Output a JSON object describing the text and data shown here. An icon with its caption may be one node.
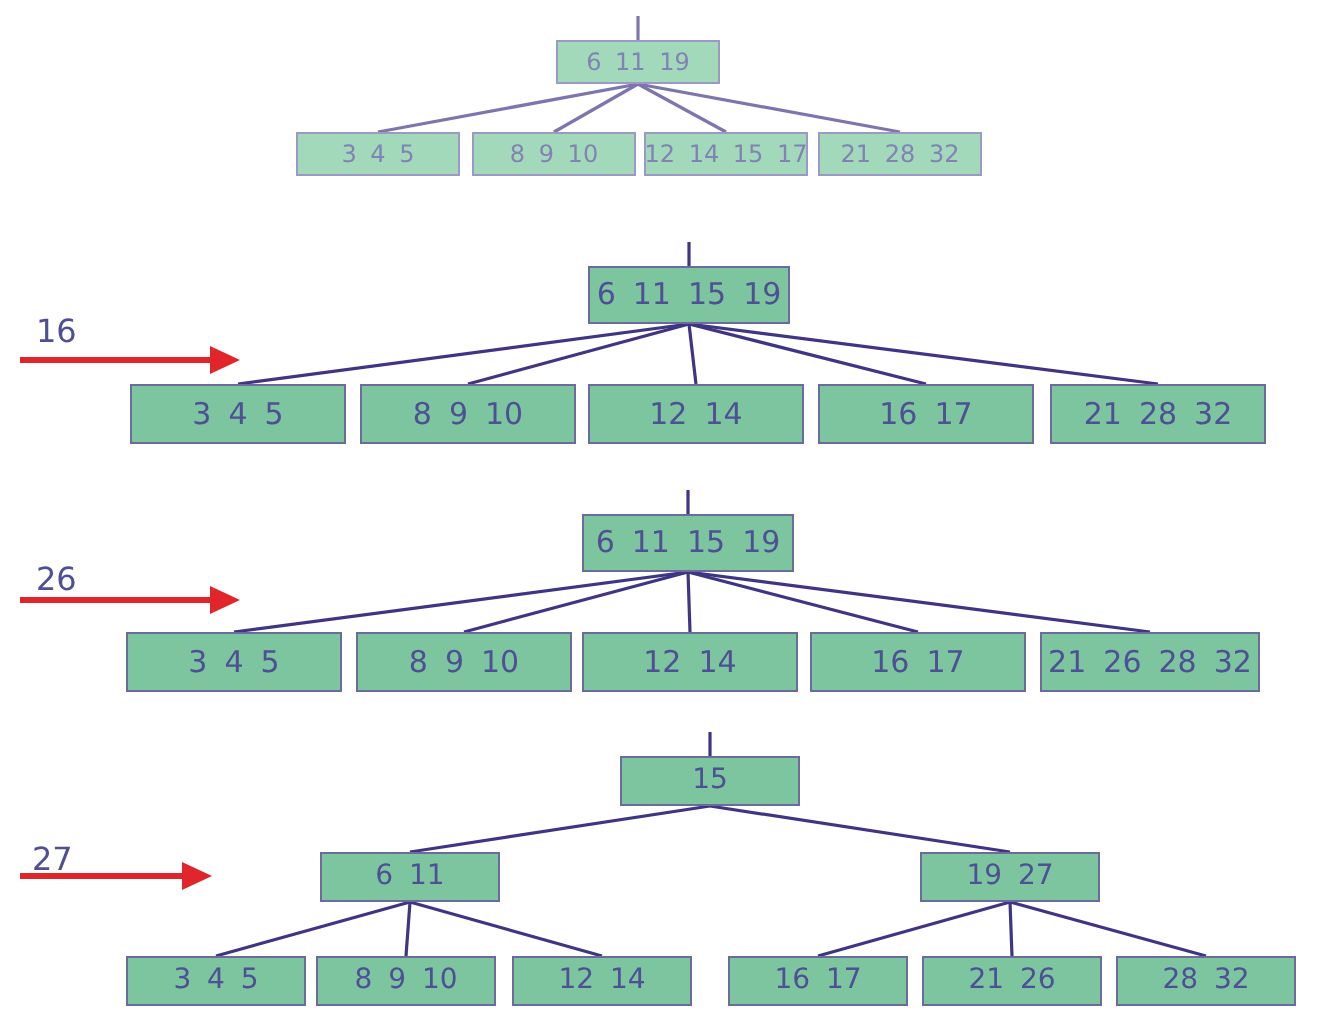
{
  "diagram": {
    "nodes": [
      {
        "text": [
          "6 11 19"
        ]
      },
      {
        "text": [
          "3 4 5"
        ]
      },
      {
        "text": [
          "8 9 10"
        ]
      },
      {
        "text": [
          "12 14 15 17"
        ]
      },
      {
        "text": [
          "21 28 32"
        ]
      },
      {
        "text": [
          "6 11 15 19"
        ]
      },
      {
        "text": [
          "3 4 5"
        ]
      },
      {
        "text": [
          "8 9 10"
        ]
      },
      {
        "text": [
          "12 14"
        ]
      },
      {
        "text": [
          "16 17"
        ]
      },
      {
        "text": [
          "21 28 32"
        ]
      },
      {
        "text": [
          "6 11 15 19"
        ]
      },
      {
        "text": [
          "3 4 5"
        ]
      },
      {
        "text": [
          "8 9 10"
        ]
      },
      {
        "text": [
          "12 14"
        ]
      },
      {
        "text": [
          "16 17"
        ]
      },
      {
        "text": [
          "21 26 28 32"
        ]
      },
      {
        "text": [
          "15"
        ]
      },
      {
        "text": [
          "6 11"
        ]
      },
      {
        "text": [
          "19 27"
        ]
      },
      {
        "text": [
          "3 4 5"
        ]
      },
      {
        "text": [
          "8 9 10"
        ]
      },
      {
        "text": [
          "12 14"
        ]
      },
      {
        "text": [
          "16 17"
        ]
      },
      {
        "text": [
          "21 26"
        ]
      },
      {
        "text": [
          "28 32"
        ]
      }
    ],
    "edges": [
      {
        "from": null,
        "to": 0,
        "arrow": "none"
      },
      {
        "from": 0,
        "to": 1,
        "arrow": "none"
      },
      {
        "from": 0,
        "to": 2,
        "arrow": "none"
      },
      {
        "from": 0,
        "to": 3,
        "arrow": "none"
      },
      {
        "from": 0,
        "to": 4,
        "arrow": "none"
      },
      {
        "from": null,
        "to": 5,
        "arrow": "none"
      },
      {
        "from": 5,
        "to": 6,
        "arrow": "none"
      },
      {
        "from": 5,
        "to": 7,
        "arrow": "none"
      },
      {
        "from": 5,
        "to": 8,
        "arrow": "none"
      },
      {
        "from": 5,
        "to": 9,
        "arrow": "none"
      },
      {
        "from": 5,
        "to": 10,
        "arrow": "none"
      },
      {
        "from": null,
        "to": 11,
        "arrow": "none"
      },
      {
        "from": 11,
        "to": 12,
        "arrow": "none"
      },
      {
        "from": 11,
        "to": 13,
        "arrow": "none"
      },
      {
        "from": 11,
        "to": 14,
        "arrow": "none"
      },
      {
        "from": 11,
        "to": 15,
        "arrow": "none"
      },
      {
        "from": 11,
        "to": 16,
        "arrow": "none"
      },
      {
        "from": null,
        "to": 17,
        "arrow": "none"
      },
      {
        "from": 17,
        "to": 18,
        "arrow": "none"
      },
      {
        "from": 17,
        "to": 19,
        "arrow": "none"
      },
      {
        "from": 18,
        "to": 20,
        "arrow": "none"
      },
      {
        "from": 18,
        "to": 21,
        "arrow": "none"
      },
      {
        "from": 18,
        "to": 22,
        "arrow": "none"
      },
      {
        "from": 19,
        "to": 23,
        "arrow": "none"
      },
      {
        "from": 19,
        "to": 24,
        "arrow": "none"
      },
      {
        "from": 19,
        "to": 25,
        "arrow": "none"
      }
    ],
    "labels": [
      "16",
      "26",
      "27"
    ]
  }
}
